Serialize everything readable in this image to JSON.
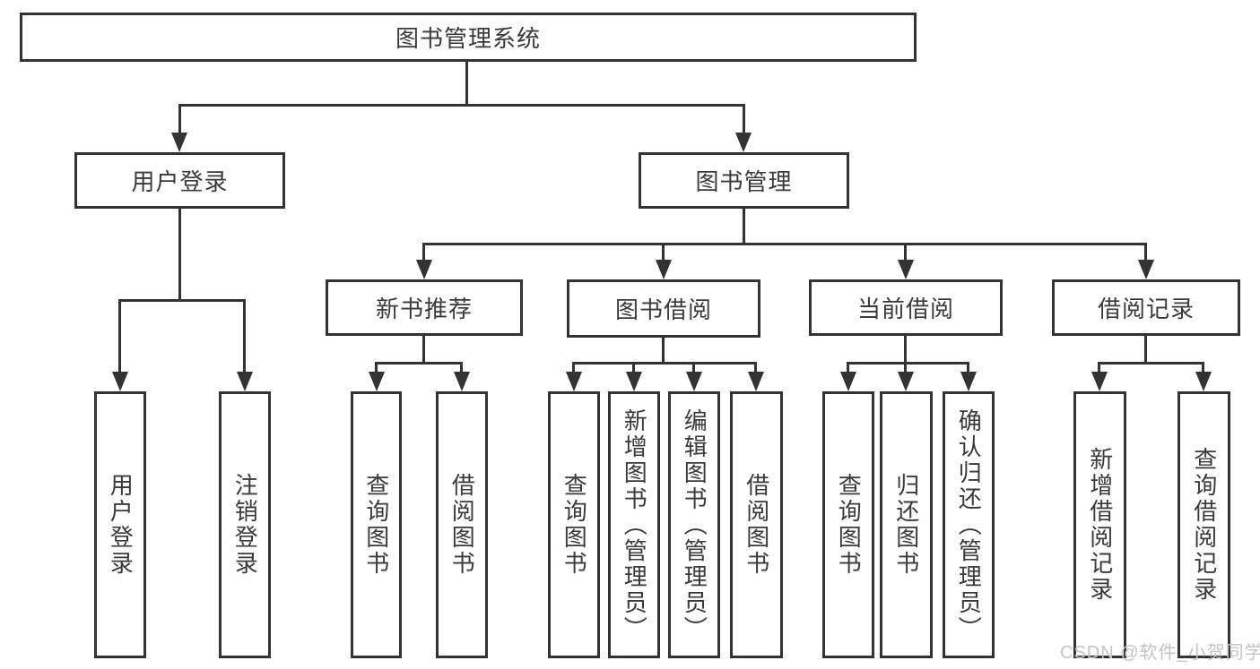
{
  "tree": {
    "root": {
      "label": "图书管理系统"
    },
    "branches": [
      {
        "label": "用户登录",
        "children": [
          {
            "label": "用户登录"
          },
          {
            "label": "注销登录"
          }
        ]
      },
      {
        "label": "图书管理",
        "children": [
          {
            "label": "新书推荐",
            "children": [
              {
                "label": "查询图书"
              },
              {
                "label": "借阅图书"
              }
            ]
          },
          {
            "label": "图书借阅",
            "children": [
              {
                "label": "查询图书"
              },
              {
                "label": "新增图书（管理员）"
              },
              {
                "label": "编辑图书（管理员）"
              },
              {
                "label": "借阅图书"
              }
            ]
          },
          {
            "label": "当前借阅",
            "children": [
              {
                "label": "查询图书"
              },
              {
                "label": "归还图书"
              },
              {
                "label": "确认归还（管理员）"
              }
            ]
          },
          {
            "label": "借阅记录",
            "children": [
              {
                "label": "新增借阅记录"
              },
              {
                "label": "查询借阅记录"
              }
            ]
          }
        ]
      }
    ]
  },
  "watermark": {
    "text": "CSDN @软件_小贺同学"
  },
  "colors": {
    "line": "#333333",
    "text": "#3a3a3a",
    "background": "#ffffff",
    "watermark": "#c4c4c4"
  }
}
